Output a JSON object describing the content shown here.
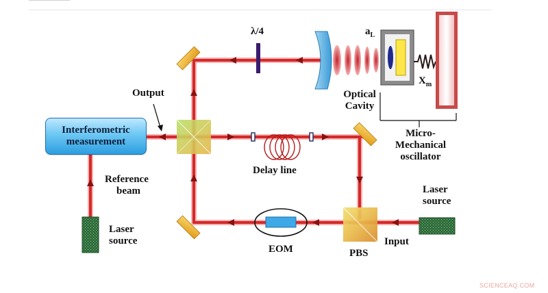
{
  "labels": {
    "lambda_quarter": "λ/4",
    "a_main": "a",
    "a_sub": "L",
    "x_main": "X",
    "x_sub": "m",
    "optical_cavity_line1": "Optical",
    "optical_cavity_line2": "Cavity",
    "output": "Output",
    "interferometric_line1": "Interferometric",
    "interferometric_line2": "measurement",
    "micro_line1": "Micro-",
    "micro_line2": "Mechanical",
    "micro_line3": "oscillator",
    "delay_line": "Delay line",
    "reference_line1": "Reference",
    "reference_line2": "beam",
    "laser_source_left_line1": "Laser",
    "laser_source_left_line2": "source",
    "laser_source_right_line1": "Laser",
    "laser_source_right_line2": "source",
    "input": "Input",
    "eom": "EOM",
    "pbs": "PBS"
  },
  "watermark": "SCIENCEAQ.COM",
  "colors": {
    "beam": "#d42a2a",
    "beam_glow": "#f08a8a",
    "mirror": "#f0b830",
    "beamsplitter": "#e8c24a",
    "box_blue": "#5bbef0",
    "cavity_mirror": "#5db3e6",
    "oscillator_wall": "#c84a4a",
    "laser_green": "#2e6b3a"
  },
  "icons": [
    "mirror-icon",
    "beam-splitter-icon",
    "waveplate-icon",
    "spring-icon",
    "fiber-coil-icon",
    "laser-icon",
    "eom-crystal-icon"
  ]
}
